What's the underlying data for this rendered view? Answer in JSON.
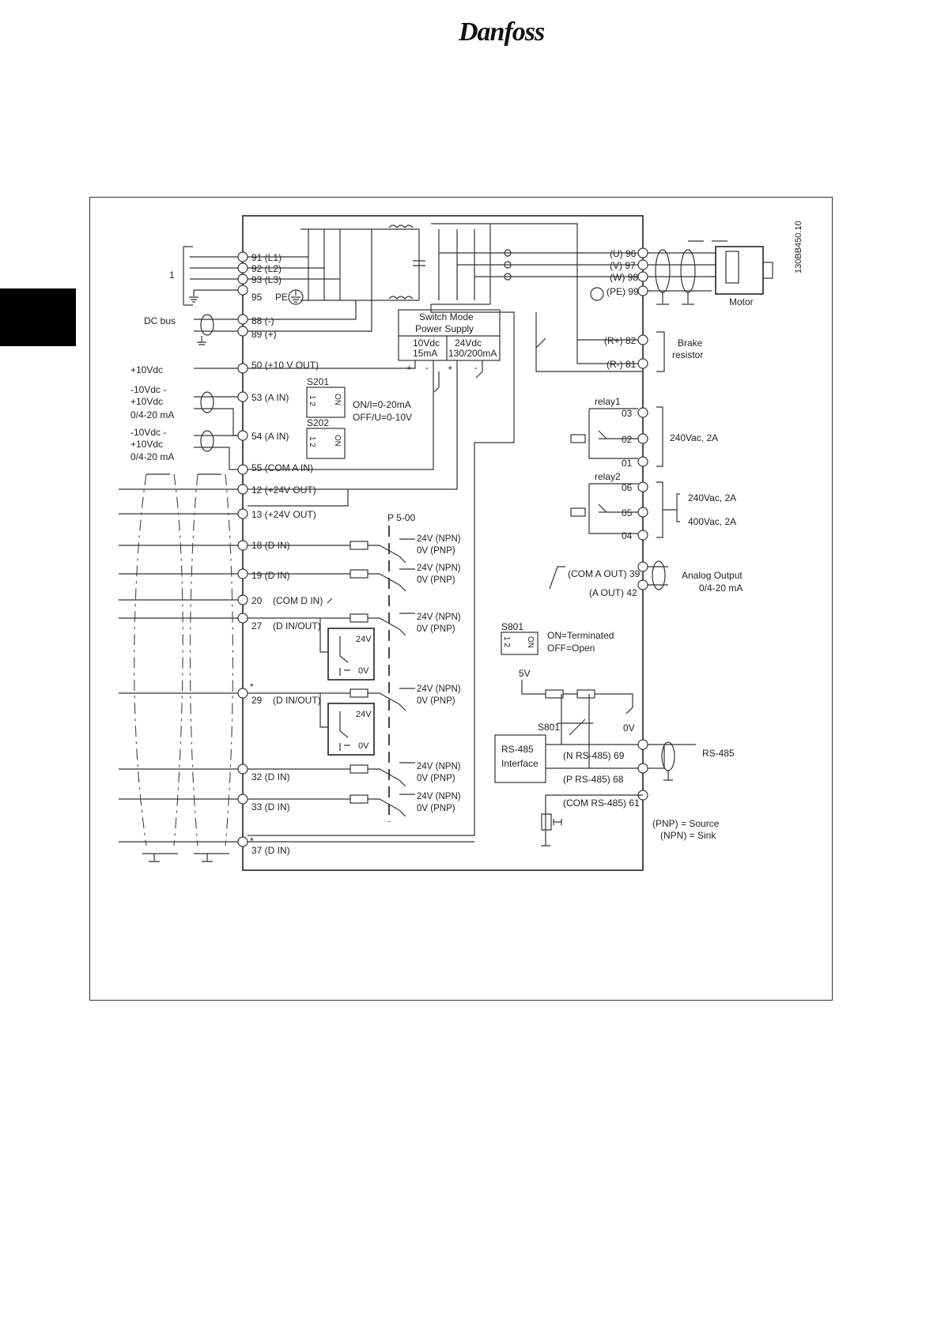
{
  "header": {
    "logo_text": "Danfoss"
  },
  "diagram": {
    "code": "130BB450.10",
    "group1": "1",
    "pe_label": "PE",
    "dc_bus": "DC bus",
    "plus10vdc": "+10Vdc",
    "ain1": [
      "-10Vdc -",
      "+10Vdc",
      "0/4-20 mA"
    ],
    "ain2": [
      "-10Vdc -",
      "+10Vdc",
      "0/4-20 mA"
    ],
    "left_terminals": [
      "91 (L1)",
      "92 (L2)",
      "93 (L3)",
      "95",
      "88 (-)",
      "89 (+)",
      "50 (+10 V OUT)",
      "53 (A IN)",
      "54 (A IN)",
      "55 (COM A IN)",
      "12 (+24V OUT)",
      "13 (+24V OUT)",
      "18 (D IN)",
      "19 (D IN)",
      "20",
      "(COM D IN)",
      "27",
      "(D IN/OUT)",
      "29",
      "(D IN/OUT)",
      "32 (D IN)",
      "33 (D IN)",
      "37 (D IN)"
    ],
    "star": "*",
    "smps": {
      "title1": "Switch Mode",
      "title2": "Power Supply",
      "out1a": "10Vdc",
      "out1b": "15mA",
      "out2a": "24Vdc",
      "out2b": "130/200mA",
      "signs": [
        "+",
        "-",
        "+",
        "-"
      ]
    },
    "s201": "S201",
    "s202": "S202",
    "switch_on": "ON",
    "switch_pins": "1  2",
    "switch_note1": "ON/I=0-20mA",
    "switch_note2": "OFF/U=0-10V",
    "p500": "P 5-00",
    "npn": "24V (NPN)",
    "pnp": "0V (PNP)",
    "box24v": "24V",
    "box0v": "0V",
    "motor_terminals": [
      "(U) 96",
      "(V) 97",
      "(W) 98",
      "(PE) 99"
    ],
    "motor": "Motor",
    "brake_terminals": [
      "(R+) 82",
      "(R-) 81"
    ],
    "brake": [
      "Brake",
      "resistor"
    ],
    "relay1": "relay1",
    "relay2": "relay2",
    "relay_terms": [
      "03",
      "02",
      "01",
      "06",
      "05",
      "04"
    ],
    "relay_rating1": "240Vac, 2A",
    "relay_rating2a": "240Vac, 2A",
    "relay_rating2b": "400Vac, 2A",
    "aout_terms": [
      "(COM A OUT) 39",
      "(A OUT) 42"
    ],
    "aout_label": [
      "Analog Output",
      "0/4-20 mA"
    ],
    "s801": "S801",
    "s801_note1": "ON=Terminated",
    "s801_note2": "OFF=Open",
    "v5": "5V",
    "v0": "0V",
    "s801b": "S801",
    "rs485_box": [
      "RS-485",
      "Interface"
    ],
    "rs485_terms": [
      "(N RS-485) 69",
      "(P RS-485) 68",
      "(COM RS-485) 61"
    ],
    "rs485": "RS-485",
    "legend1": "(PNP) = Source",
    "legend2": "(NPN) = Sink"
  }
}
